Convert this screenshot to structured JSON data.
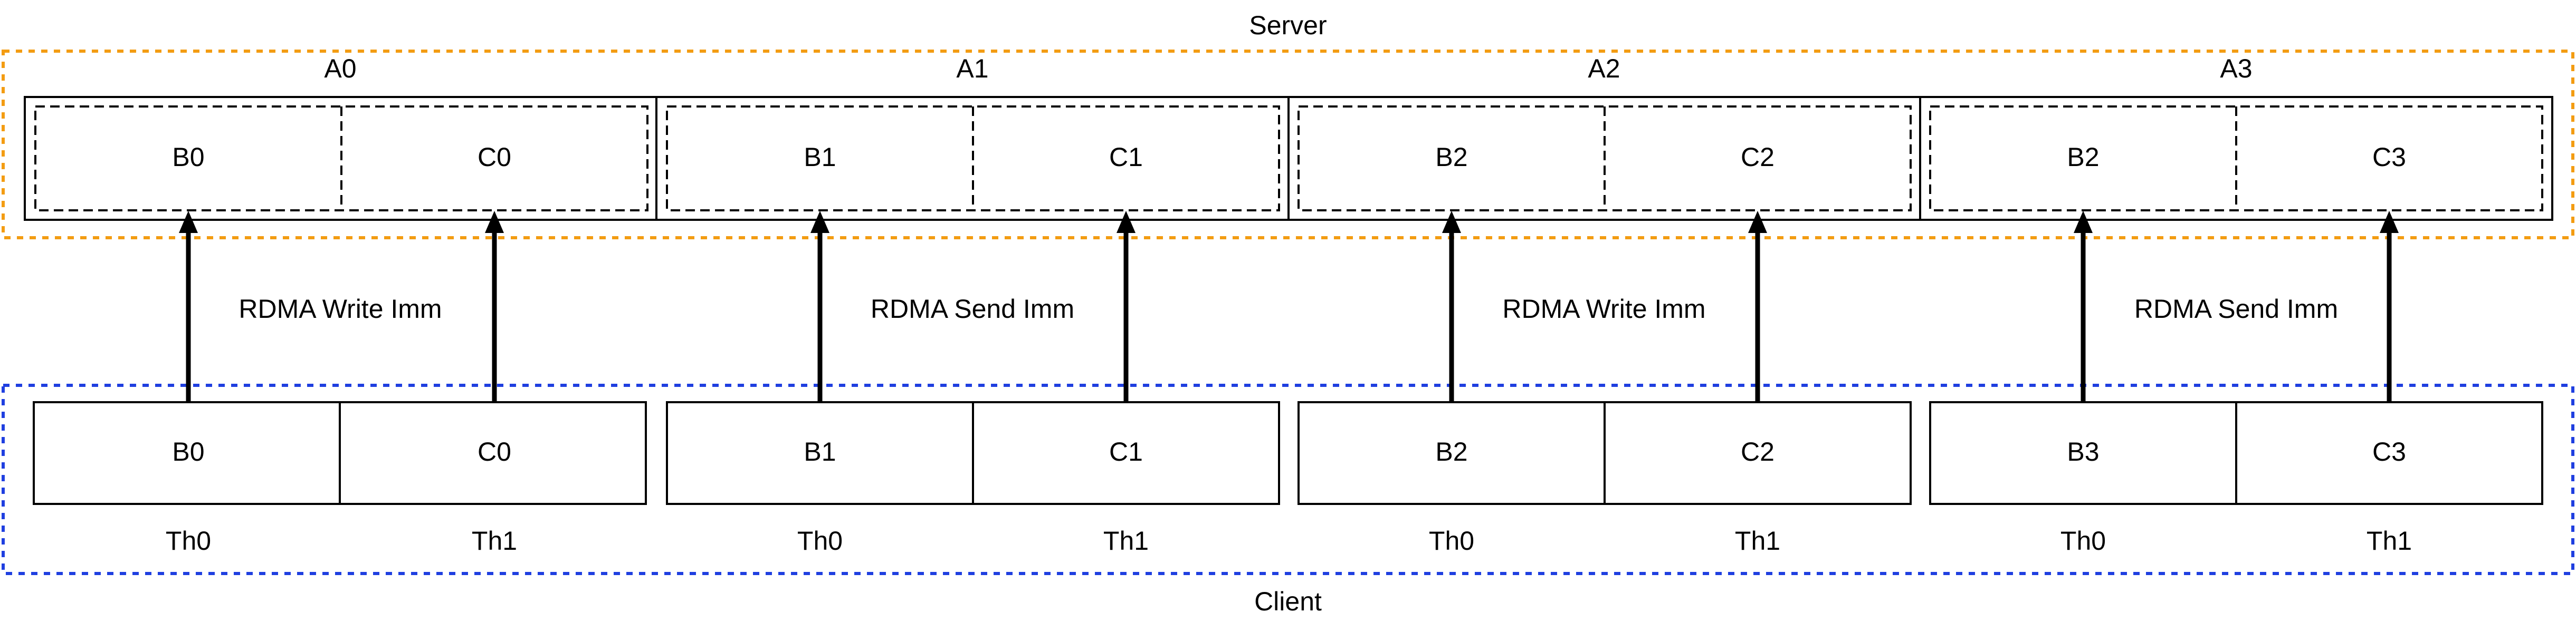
{
  "server": {
    "label": "Server",
    "border_color": "#F39C12",
    "groups": [
      {
        "label": "A0",
        "cells": [
          "B0",
          "C0"
        ]
      },
      {
        "label": "A1",
        "cells": [
          "B1",
          "C1"
        ]
      },
      {
        "label": "A2",
        "cells": [
          "B2",
          "C2"
        ]
      },
      {
        "label": "A3",
        "cells": [
          "B2",
          "C3"
        ]
      }
    ]
  },
  "client": {
    "label": "Client",
    "border_color": "#1F3FE0",
    "groups": [
      {
        "cells": [
          "B0",
          "C0"
        ],
        "threads": [
          "Th0",
          "Th1"
        ]
      },
      {
        "cells": [
          "B1",
          "C1"
        ],
        "threads": [
          "Th0",
          "Th1"
        ]
      },
      {
        "cells": [
          "B2",
          "C2"
        ],
        "threads": [
          "Th0",
          "Th1"
        ]
      },
      {
        "cells": [
          "B3",
          "C3"
        ],
        "threads": [
          "Th0",
          "Th1"
        ]
      }
    ]
  },
  "operations": [
    "RDMA Write Imm",
    "RDMA Send Imm",
    "RDMA Write Imm",
    "RDMA Send Imm"
  ]
}
